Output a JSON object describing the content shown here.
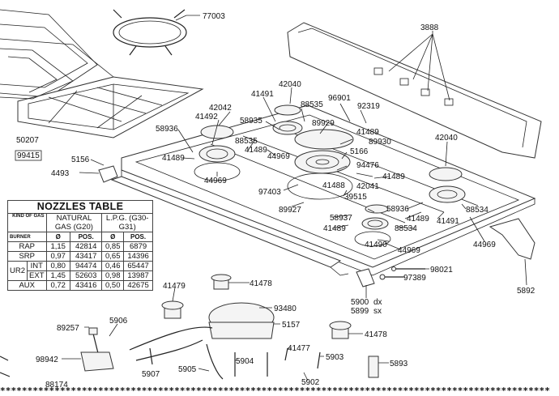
{
  "part_labels": {
    "p77003": "77003",
    "p3888": "3888",
    "p42040a": "42040",
    "p41491a": "41491",
    "p96901": "96901",
    "p92319": "92319",
    "p88535": "88535",
    "p42042": "42042",
    "p58935": "58935",
    "p41492": "41492",
    "p89929": "89929",
    "p41489a": "41489",
    "p58936a": "58936",
    "p88535b": "88535",
    "p41489b": "41489",
    "p44969a": "44969",
    "p89930": "89930",
    "p42040b": "42040",
    "p41489c": "41489",
    "p5166": "5166",
    "p50207": "50207",
    "p99415": "99415",
    "p5156": "5156",
    "p94476": "94476",
    "p4493": "4493",
    "p44969b": "44969",
    "p41489d": "41489",
    "p41488": "41488",
    "p42041": "42041",
    "p97403": "97403",
    "p39515": "39515",
    "p58936b": "58936",
    "p88534a": "88534",
    "p89927": "89927",
    "p58937": "58937",
    "p41489e": "41489",
    "p41491b": "41491",
    "p41489f": "41489",
    "p88534b": "88534",
    "p44969c": "44969",
    "p41490": "41490",
    "p44969d": "44969",
    "p98021": "98021",
    "p97389": "97389",
    "p5892": "5892",
    "p41479": "41479",
    "p41478a": "41478",
    "p5900": "5900",
    "p5899": "5899",
    "p_dx": "dx",
    "p_sx": "sx",
    "p93480": "93480",
    "p89257": "89257",
    "p5906": "5906",
    "p5157": "5157",
    "p41478b": "41478",
    "p98942": "98942",
    "p41477": "41477",
    "p5907": "5907",
    "p5904": "5904",
    "p5903": "5903",
    "p5893": "5893",
    "p5905": "5905",
    "p5902": "5902",
    "p88174": "88174"
  },
  "nozzle_table": {
    "title": "NOZZLES TABLE",
    "kind_of_gas_label": "KIND OF GAS",
    "burner_label": "BURNER",
    "natural_gas": "NATURAL GAS (G20)",
    "lpg": "L.P.G. (G30-G31)",
    "diameter_symbol": "Ø",
    "pos_label": "POS.",
    "ur2_label": "UR2",
    "rows": [
      {
        "name": "RAP",
        "ng_d": "1,15",
        "ng_pos": "42814",
        "lpg_d": "0,85",
        "lpg_pos": "6879"
      },
      {
        "name": "SRP",
        "ng_d": "0,97",
        "ng_pos": "43417",
        "lpg_d": "0,65",
        "lpg_pos": "14396"
      },
      {
        "name": "INT",
        "ng_d": "0,80",
        "ng_pos": "94474",
        "lpg_d": "0,46",
        "lpg_pos": "65447"
      },
      {
        "name": "EXT",
        "ng_d": "1,45",
        "ng_pos": "52603",
        "lpg_d": "0,98",
        "lpg_pos": "13987"
      },
      {
        "name": "AUX",
        "ng_d": "0,72",
        "ng_pos": "43416",
        "lpg_d": "0,50",
        "lpg_pos": "42675"
      }
    ]
  },
  "footer_stars": "*****************************************************************************************************"
}
